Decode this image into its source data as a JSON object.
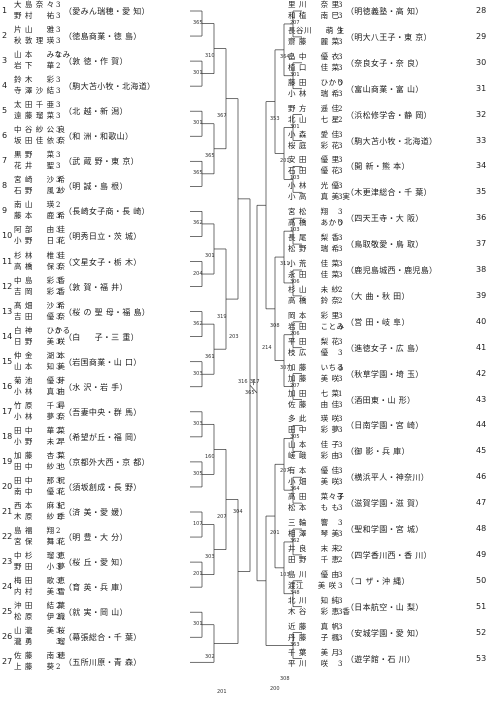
{
  "left": [
    {
      "no": "1",
      "p1": "大 島 奈 々",
      "g1": "3",
      "p2": "野 村 　 祐",
      "g2": "3",
      "school": "（愛みん瑞穂・愛 知）"
    },
    {
      "no": "2",
      "p1": "片 山 　 雅",
      "g1": "3",
      "p2": "秋 敦 理 瑛",
      "g2": "3",
      "school": "（徳島商業・徳 島）"
    },
    {
      "no": "3",
      "p1": "山 本 　 みなみ",
      "g1": "2",
      "p2": "岩 下 　 華",
      "g2": "2",
      "school": "（敦 徳・作 賀）"
    },
    {
      "no": "4",
      "p1": "鈴 木 　 彩",
      "g1": "3",
      "p2": "寺 澤 沙 結",
      "g2": "3",
      "school": "（駒大苫小牧・北海道）"
    },
    {
      "no": "5",
      "p1": "太 田 千 亜",
      "g1": "3",
      "p2": "遠 藤 瑠 菜",
      "g2": "3",
      "school": "（北 越・新 潟）"
    },
    {
      "no": "6",
      "p1": "中 谷 紗 公 良",
      "g1": "3",
      "p2": "坂 田 佳 依 奈",
      "g2": "3",
      "school": "（和 洲・和歌山）"
    },
    {
      "no": "7",
      "p1": "黒 野 　 菜",
      "g1": "3",
      "p2": "花 井 　 聖",
      "g2": "3",
      "school": "（武 蔵 野・東 京）"
    },
    {
      "no": "8",
      "p1": "宮 崎 　 沙 希",
      "g1": "3",
      "p2": "石 野 　 風 紗",
      "g2": "2",
      "school": "（明 誠・島 根）"
    },
    {
      "no": "9",
      "p1": "南 山 　 瑛",
      "g1": "2",
      "p2": "藤 本 　 鹿 希",
      "g2": "3",
      "school": "（長崎女子商・長 崎）"
    },
    {
      "no": "10",
      "p1": "阿 部 　 由 佳",
      "g1": "3",
      "p2": "小 野 　 日 花",
      "g2": "3",
      "school": "（明秀日立・茨 城）"
    },
    {
      "no": "11",
      "p1": "杉 林 　 椎 佳",
      "g1": "3",
      "p2": "高 橋 　 保 奈",
      "g2": "3",
      "school": "（文星女子・栃 木）"
    },
    {
      "no": "12",
      "p1": "中 島 　 彩 香",
      "g1": "3",
      "p2": "吉 岡 　 彩 香",
      "g2": "2",
      "school": "（敦 賀・福 井）"
    },
    {
      "no": "13",
      "p1": "髙 畑 　 沙 希",
      "g1": "3",
      "p2": "吉 田 　 優 奈",
      "g2": "3",
      "school": "（桜 の 聖 母・福 島）"
    },
    {
      "no": "14",
      "p1": "白 神 　 ひかる",
      "g1": "3",
      "p2": "日 野 　 美 咲",
      "g2": "3",
      "school": "（白 　 子・三 重）"
    },
    {
      "no": "15",
      "p1": "仲 金 　 湖 本",
      "g1": "3",
      "p2": "山 本 　 知 美",
      "g2": "3",
      "school": "（岩国商業・山 口）"
    },
    {
      "no": "16",
      "p1": "菊 池 　 優 芽",
      "g1": "3",
      "p2": "小 林 　 真 由",
      "g2": "3",
      "school": "（水 沢・岩 手）"
    },
    {
      "no": "17",
      "p1": "竹 原 　 千 尋",
      "g1": "3",
      "p2": "小 林 　 夢 奈",
      "g2": "3",
      "school": "（吾妻中央・群 馬）"
    },
    {
      "no": "18",
      "p1": "田 中 　 華 菜",
      "g1": "2",
      "p2": "小 野 　 未 早",
      "g2": "2",
      "school": "（希望が丘・福 岡）"
    },
    {
      "no": "19",
      "p1": "加 藤 　 杏 菜",
      "g1": "3",
      "p2": "田 中 　 紗 也",
      "g2": "3",
      "school": "（京都外大西・京 都）"
    },
    {
      "no": "20",
      "p1": "田 中 　 那 祝",
      "g1": "3",
      "p2": "南 中 　 優 花",
      "g2": "3",
      "school": "（須坂創成・長 野）"
    },
    {
      "no": "21",
      "p1": "西 本 　 麻 紀",
      "g1": "3",
      "p2": "木 原 　 紗 季",
      "g2": "1",
      "school": "（済 美・愛 媛）"
    },
    {
      "no": "22",
      "p1": "島 福 　 翔",
      "g1": "2",
      "p2": "宮 保 　 舞 花",
      "g2": "3",
      "school": "（明 豊・大 分）"
    },
    {
      "no": "23",
      "p1": "中 杉 　 瑠 恵",
      "g1": "3",
      "p2": "野 田 　 小 夢",
      "g2": "3",
      "school": "（桜 丘・愛 知）"
    },
    {
      "no": "24",
      "p1": "梅 田 　 歌 恵",
      "g1": "3",
      "p2": "内 村 　 美 雪",
      "g2": "3",
      "school": "（育 英・兵 庫）"
    },
    {
      "no": "25",
      "p1": "沖 田 　 結 葉",
      "g1": "2",
      "p2": "松 原 　 伊 織",
      "g2": "2",
      "school": "（就 実・岡 山）"
    },
    {
      "no": "26",
      "p1": "山 瀧 　 美 桜",
      "g1": "3",
      "p2": "瀧 勇 　 　 瑠",
      "g2": "3",
      "school": "（幕張総合・千 葉）"
    },
    {
      "no": "27",
      "p1": "佐 藤 　 南 穂",
      "g1": "3",
      "p2": "上 藤 　 葵",
      "g2": "2",
      "school": "（五所川原・青 森）"
    }
  ],
  "right": [
    {
      "no": "28",
      "p1": "里 川 　 奈 里",
      "g1": "3",
      "p2": "和 植 　 南 巳",
      "g2": "3",
      "school": "（明徳義塾・高 知）"
    },
    {
      "no": "29",
      "p1": "長谷川 　 萌 生",
      "g1": "3",
      "p2": "齋 藤 　 麗 菜",
      "g2": "3",
      "school": "（明大八王子・東 京）"
    },
    {
      "no": "30",
      "p1": "畠 中 　 優 衣",
      "g1": "3",
      "p2": "植 口 　 佳 菜",
      "g2": "3",
      "school": "（奈良女子・奈 良）"
    },
    {
      "no": "31",
      "p1": "藤 田 　 ひかり",
      "g1": "3",
      "p2": "小 林 　 瑞 希",
      "g2": "3",
      "school": "（富山商業・富 山）"
    },
    {
      "no": "32",
      "p1": "野 方 　 遥 佳",
      "g1": "2",
      "p2": "北 山 　 七 星",
      "g2": "2",
      "school": "（浜松修学舎・静 岡）"
    },
    {
      "no": "33",
      "p1": "小 森 　 愛 佳",
      "g1": "3",
      "p2": "桜 庭 　 彩 花",
      "g2": "3",
      "school": "（駒大苫小牧・北海道）"
    },
    {
      "no": "34",
      "p1": "安 田 　 優 里",
      "g1": "3",
      "p2": "石 田 　 優 花",
      "g2": "3",
      "school": "（開 新・熊 本）"
    },
    {
      "no": "35",
      "p1": "小 林 　 光 優",
      "g1": "3",
      "p2": "小 高 　 真 美 実",
      "g2": "3",
      "school": "（木更津総合・千 葉）"
    },
    {
      "no": "36",
      "p1": "宮 松 　 翔",
      "g1": "3",
      "p2": "高 橋 　 あかり",
      "g2": "3",
      "school": "（四天王寺・大 阪）"
    },
    {
      "no": "37",
      "p1": "長 尾 　 梨 香",
      "g1": "3",
      "p2": "松 野 　 瑞 希",
      "g2": "3",
      "school": "（鳥取敬愛・鳥 取）"
    },
    {
      "no": "38",
      "p1": "小 荒 　 佳 菜",
      "g1": "3",
      "p2": "永 田 　 佳 菜",
      "g2": "3",
      "school": "（鹿児島城西・鹿児島）"
    },
    {
      "no": "39",
      "p1": "杉 山 　 未 紗",
      "g1": "2",
      "p2": "高 橋 　 鈴 奈",
      "g2": "2",
      "school": "（大 曲・秋 田）"
    },
    {
      "no": "40",
      "p1": "岡 本 　 彩 里",
      "g1": "3",
      "p2": "岩 田 　 ことみ",
      "g2": "3",
      "school": "（営 田・岐 阜）"
    },
    {
      "no": "41",
      "p1": "平 田 　 梨 花",
      "g1": "3",
      "p2": "枝 広 　 優",
      "g2": "3",
      "school": "（進徳女子・広 島）"
    },
    {
      "no": "42",
      "p1": "加 藤 　 いちる",
      "g1": "3",
      "p2": "加 藤 　 美 咲",
      "g2": "3",
      "school": "（秋草学園・埼 玉）"
    },
    {
      "no": "43",
      "p1": "加 田 　 七 菜",
      "g1": "1",
      "p2": "佐 藤 　 由 佳",
      "g2": "3",
      "school": "（酒田東・山 形）"
    },
    {
      "no": "44",
      "p1": "多 此 　 瑛 咲",
      "g1": "3",
      "p2": "田 中 　 彩 夢",
      "g2": "3",
      "school": "（日南学園・宮 崎）"
    },
    {
      "no": "45",
      "p1": "山 本 　 佳 子",
      "g1": "3",
      "p2": "嵯 峨 　 彩 由",
      "g2": "3",
      "school": "（御 影・兵 庫）"
    },
    {
      "no": "46",
      "p1": "有 本 　 優 佳",
      "g1": "3",
      "p2": "小 畑 　 美 咲",
      "g2": "3",
      "school": "（横浜平人・神奈川）"
    },
    {
      "no": "47",
      "p1": "高 田 　 菜々子",
      "g1": "3",
      "p2": "松 本 　 も も",
      "g2": "3",
      "school": "（滋賀学園・滋 賀）"
    },
    {
      "no": "48",
      "p1": "三 輪 　 響",
      "g1": "3",
      "p2": "相 澤 　 琴 美",
      "g2": "3",
      "school": "（聖和学園・宮 城）"
    },
    {
      "no": "49",
      "p1": "井 良 　 末 来",
      "g1": "2",
      "p2": "田 野 　 千 恵",
      "g2": "2",
      "school": "（四学香川西・香 川）"
    },
    {
      "no": "50",
      "p1": "島 川 　 優 由",
      "g1": "3",
      "p2": "渡江 　 美 咲",
      "g2": "3",
      "school": "（コ ザ・沖 縄）"
    },
    {
      "no": "51",
      "p1": "北 川 　 知 純",
      "g1": "3",
      "p2": "木 谷 　 彩 恵 香",
      "g2": "3",
      "school": "（日本航空・山 梨）"
    },
    {
      "no": "52",
      "p1": "近 藤 　 真 帆",
      "g1": "3",
      "p2": "丹 藤 　 子 楓",
      "g2": "3",
      "school": "（安城学園・愛 知）"
    },
    {
      "no": "53",
      "p1": "千 葉 　 美 月",
      "g1": "3",
      "p2": "平 川 　 咲",
      "g2": "3",
      "school": "（遊学館・石 川）"
    }
  ],
  "scores": [
    "365",
    "301",
    "301",
    "365",
    "362",
    "204",
    "362",
    "303",
    "303",
    "305",
    "107",
    "201",
    "301",
    "207",
    "301",
    "301",
    "103",
    "103",
    "306",
    "206",
    "207",
    "305",
    "364",
    "362",
    "348",
    "363",
    "310",
    "365",
    "301",
    "361",
    "160",
    "303",
    "302",
    "364",
    "201",
    "311",
    "307",
    "207",
    "103",
    "308",
    "367",
    "319",
    "207",
    "201",
    "353",
    "308",
    "201",
    "200",
    "203",
    "214",
    "316",
    "317",
    "365",
    "304"
  ]
}
